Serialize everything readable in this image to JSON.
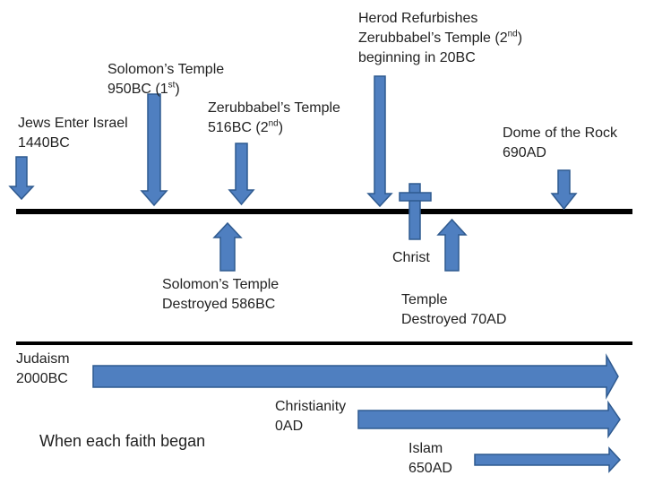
{
  "colors": {
    "arrow_fill": "#4f7fc0",
    "arrow_stroke": "#2f5a8f",
    "line": "#000000"
  },
  "events": [
    {
      "id": "jews-enter-israel",
      "line1": "Jews Enter Israel",
      "line2": "1440BC"
    },
    {
      "id": "solomons-temple",
      "line1": "Solomon’s Temple",
      "line2_pre": "950BC (1",
      "sup": "st",
      "line2_post": ")"
    },
    {
      "id": "zerubbabels-temple",
      "line1": "Zerubbabel’s Temple",
      "line2_pre": "516BC (2",
      "sup": "nd",
      "line2_post": ")"
    },
    {
      "id": "herod-refurbishes",
      "line1": "Herod Refurbishes",
      "line2_pre": "Zerubbabel’s Temple (2",
      "sup": "nd",
      "line2_post": ")",
      "line3": "beginning in 20BC"
    },
    {
      "id": "dome-of-the-rock",
      "line1": "Dome of the Rock",
      "line2": "690AD"
    },
    {
      "id": "christ",
      "line1": "Christ"
    },
    {
      "id": "solomons-temple-destroyed",
      "line1": "Solomon’s Temple",
      "line2": "Destroyed 586BC"
    },
    {
      "id": "temple-destroyed",
      "line1": "Temple",
      "line2": "Destroyed 70AD"
    }
  ],
  "faiths": [
    {
      "id": "judaism",
      "line1": "Judaism",
      "line2": "2000BC"
    },
    {
      "id": "christianity",
      "line1": "Christianity",
      "line2": "0AD"
    },
    {
      "id": "islam",
      "line1": "Islam",
      "line2": "650AD"
    }
  ],
  "caption": "When each faith began"
}
